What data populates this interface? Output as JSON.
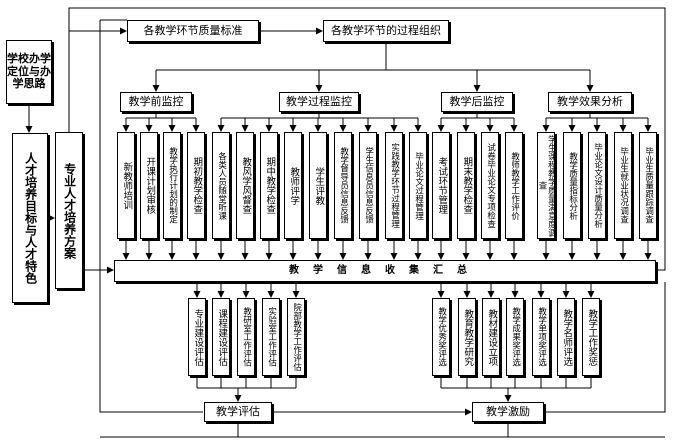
{
  "left": {
    "school_positioning": "学校办学定位与办学思路",
    "talent_goals": "人才培养目标与人才特色",
    "program_plan": "专业人才培养方案"
  },
  "top": {
    "quality_standard": "各教学环节质量标准",
    "process_org": "各教学环节的过程组织"
  },
  "categories": {
    "pre": "教学前监控",
    "process": "教学过程监控",
    "post": "教学后监控",
    "effect": "教学效果分析"
  },
  "pre_items": [
    "新教师培训",
    "开课计划审核",
    "教学执行计划的制定",
    "期初教学检查"
  ],
  "process_items": [
    "各类人员随堂听课",
    "教风学风督查",
    "期中教学检查",
    "教师评学",
    "学生评教",
    "教学督导员信息反馈",
    "学生信息员信息反馈",
    "实践教学环节过程管理",
    "毕业论文过程管理"
  ],
  "post_items": [
    "考试环节管理",
    "期末教学检查",
    "试卷毕业论文专项检查",
    "教师教学工作评价"
  ],
  "effect_items": [
    "学生课程教学质量满意度调查",
    "教学质量指标分析",
    "毕业论文设计质量分析",
    "毕业生就业状况调查",
    "毕业生质量跟踪调查"
  ],
  "info_bar": "教学信息收集汇总",
  "eval_items": [
    "专业建设评估",
    "课程建设评估",
    "教研室工作评估",
    "实验室工作评估",
    "院部教学工作评估"
  ],
  "incentive_items": [
    "教学优秀奖评选",
    "教育教学研究",
    "教材建设立项",
    "教学成果奖评选",
    "教学单项奖评选",
    "教学名师评选",
    "教学工作奖惩"
  ],
  "bottom": {
    "evaluation": "教学评估",
    "incentive": "教学激励"
  }
}
